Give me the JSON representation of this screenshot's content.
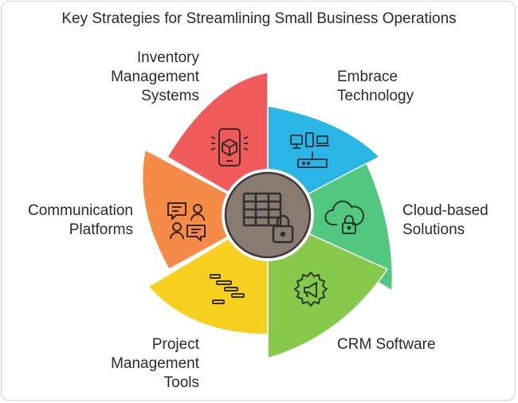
{
  "title": "Key Strategies for Streamlining Small Business Operations",
  "center": {
    "icon": "spreadsheet-lock-icon"
  },
  "segments": [
    {
      "label": "Inventory\nManagement\nSystems",
      "color": "#f05a5a",
      "icon": "mobile-package-icon"
    },
    {
      "label": "Embrace\nTechnology",
      "color": "#29b6e6",
      "icon": "devices-network-icon"
    },
    {
      "label": "Cloud-based\nSolutions",
      "color": "#52c77f",
      "icon": "cloud-lock-icon"
    },
    {
      "label": "CRM Software",
      "color": "#86c94b",
      "icon": "gear-megaphone-icon"
    },
    {
      "label": "Project\nManagement\nTools",
      "color": "#f7cf1e",
      "icon": "gantt-chart-icon"
    },
    {
      "label": "Communication\nPlatforms",
      "color": "#f58b46",
      "icon": "chat-people-icon"
    }
  ]
}
